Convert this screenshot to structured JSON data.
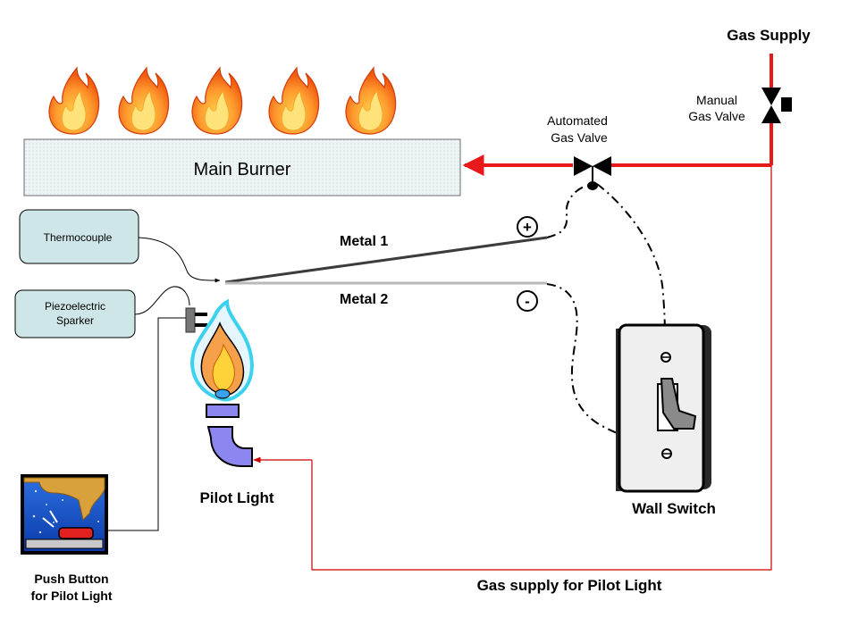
{
  "labels": {
    "gas_supply": "Gas Supply",
    "manual_valve": [
      "Manual",
      "Gas Valve"
    ],
    "automated_valve": [
      "Automated",
      "Gas Valve"
    ],
    "main_burner": "Main Burner",
    "thermocouple": "Thermocouple",
    "piezo": [
      "Piezoelectric",
      "Sparker"
    ],
    "metal1": "Metal 1",
    "metal2": "Metal 2",
    "plus": "+",
    "minus": "-",
    "pilot_light": "Pilot Light",
    "wall_switch": "Wall Switch",
    "push_button": [
      "Push Button",
      "for Pilot Light"
    ],
    "gas_supply_pilot": "Gas supply for Pilot Light"
  },
  "colors": {
    "gas_line": "#e8191b",
    "pilot_gas_line": "#cc0000",
    "burner_fill": "#eef4f6",
    "box_fill": "#cfe6e9",
    "metal1": "#3c3c3c",
    "metal2": "#b9b9b9"
  },
  "icons": [
    "flame-icon",
    "valve-icon",
    "pilot-flame-icon",
    "pipe-elbow-icon",
    "wall-switch-icon",
    "push-button-icon",
    "sparker-icon"
  ]
}
